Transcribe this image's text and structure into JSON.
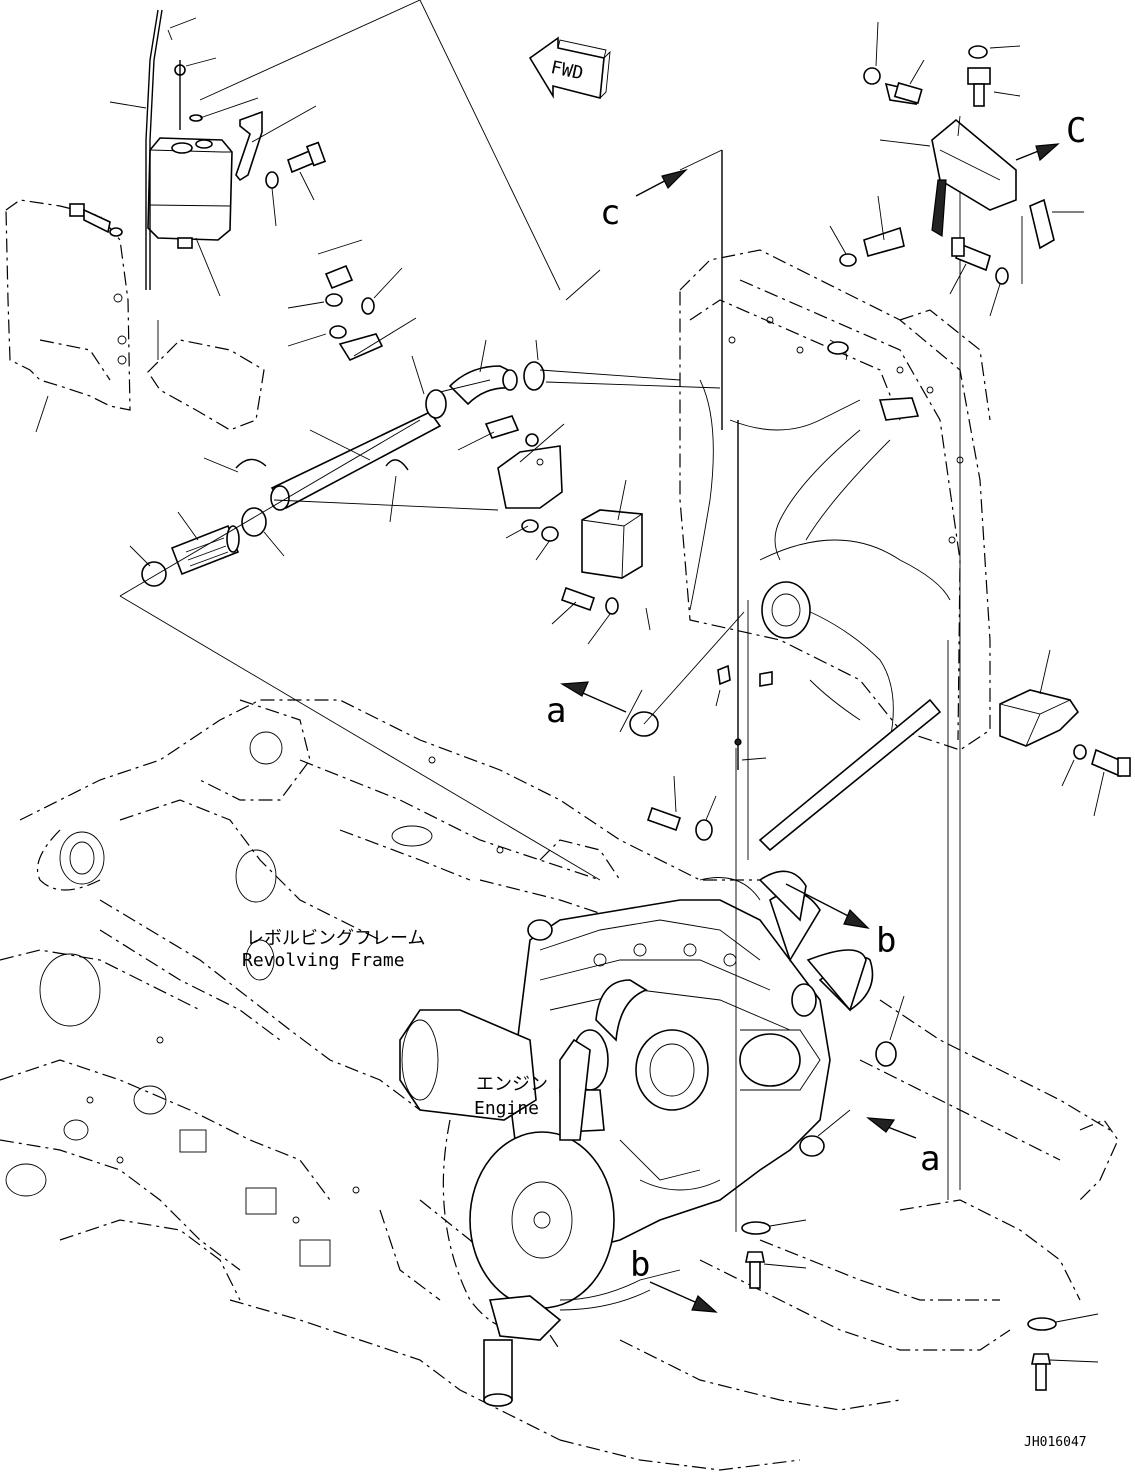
{
  "fwd_label": "FWD",
  "arrow_labels": {
    "a_top": "a",
    "a_bottom": "a",
    "b_top": "b",
    "b_bottom": "b",
    "c_center": "c",
    "c_right": "C"
  },
  "callouts": {
    "frame_jp": "レボルビングフレーム",
    "frame_en": "Revolving Frame",
    "engine_jp": "エンジン",
    "engine_en": "Engine"
  },
  "drawing_id": "JH016047"
}
